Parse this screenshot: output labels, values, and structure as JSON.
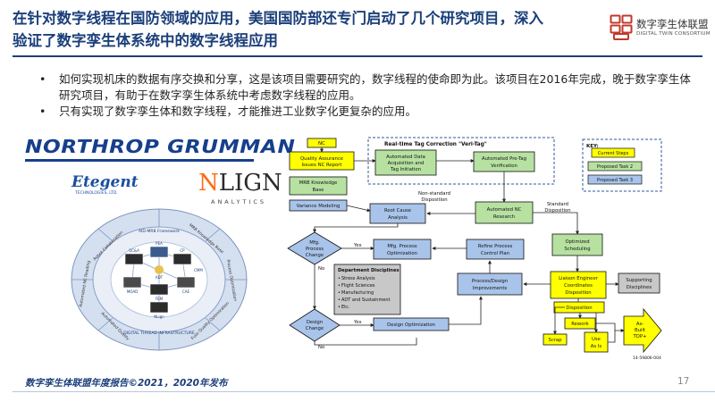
{
  "header": {
    "title_line1": "在针对数字线程在国防领域的应用，美国国防部还专门启动了几个研究项目，深入",
    "title_line2": "验证了数字孪生体系统中的数字线程应用",
    "logo_name": "数字孪生体联盟",
    "logo_subtitle": "DIGITAL TWIN CONSORTIUM"
  },
  "bullets": [
    "如何实现机床的数据有序交换和分享，这是该项目需要研究的，数字线程的使命即为此。该项目在2016年完成，晚于数字孪生体研究项目，有助于在数字孪生体系统中考虑数字线程的应用。",
    "只有实现了数字孪生体和数字线程，才能推进工业数字化更复杂的应用。"
  ],
  "logos": {
    "northrop": "NORTHROP GRUMMAN",
    "etegent": "Etegent",
    "etegent_sub": "TECHNOLOGIES, LTD.",
    "nlign_n": "N",
    "nlign_rest": "LIGN",
    "nlign_sub": "ANALYTICS"
  },
  "ring": {
    "outer_labels": [
      "Automated NC Reading",
      "Robot Collaboration",
      "MRB Knowledge Base",
      "Process Optimization",
      "Automated Quality",
      "Fuse Quality Optimization"
    ],
    "inner_top": "AID-MRB Framework",
    "inner_bottom": "DIGITAL THREAD INFRASTRUCTURE",
    "nodes": [
      "PEA",
      "QC&A",
      "CP",
      "ADT",
      "MOAD",
      "FEM",
      "CAE",
      "NLign",
      "CMM"
    ]
  },
  "flow": {
    "nc": "NC",
    "qa": [
      "Quality Assurance",
      "Issues NC Report"
    ],
    "veritag_title": "Real-time Tag Correction \"Veri-Tag\"",
    "auto_data": [
      "Automated Data",
      "Acquisition and",
      "Tag Initiation"
    ],
    "auto_pretag": [
      "Automated Pre-Tag",
      "Verification"
    ],
    "key_title": "KEY:",
    "key_items": [
      "Current Steps",
      "Proposed Task 2",
      "Proposed Task 3"
    ],
    "mrb_kb": [
      "MRB Knowledge",
      "Base"
    ],
    "variance": "Variance Modeling",
    "nonstd": [
      "Non-standard",
      "Disposition"
    ],
    "std": [
      "Standard",
      "Disposition"
    ],
    "root_cause": [
      "Root Cause",
      "Analysis"
    ],
    "auto_nc_research": [
      "Automated NC",
      "Research"
    ],
    "opt_sched": [
      "Optimized",
      "Scheduling"
    ],
    "mfg_change": [
      "Mfg.",
      "Process",
      "Change"
    ],
    "yes": "Yes",
    "no": "No",
    "mfg_opt": [
      "Mfg. Process",
      "Optimization"
    ],
    "refine": [
      "Refine Process",
      "Control Plan"
    ],
    "dept_title": "Department Disciplines",
    "dept_items": [
      "Stress Analysis",
      "Flight Sciences",
      "Manufacturing",
      "ADT and Sustainment",
      "Etc."
    ],
    "proc_design": [
      "Process/Design",
      "Improvements"
    ],
    "liaison": [
      "Liaison Engineer",
      "Coordinates",
      "Disposition"
    ],
    "supporting": [
      "Supporting",
      "Disciplines"
    ],
    "design_change": [
      "Design",
      "Change"
    ],
    "design_opt": "Design Optimization",
    "disposition": "Disposition",
    "rework": "Rework",
    "scrap": "Scrap",
    "use_as_is": [
      "Use",
      "As Is"
    ],
    "as_built": [
      "As-",
      "Built",
      "TDP+"
    ],
    "ref": "14-59806-004"
  },
  "footer": {
    "source": "数字孪生体联盟年度报告©2021，2020年发布",
    "page": "17"
  },
  "colors": {
    "title_blue": "#1b3f7a",
    "current_steps": "#ffff00",
    "proposed_task2": "#b7e1a1",
    "proposed_task3": "#a9c4ea",
    "nlign_orange": "#ff6a13"
  }
}
